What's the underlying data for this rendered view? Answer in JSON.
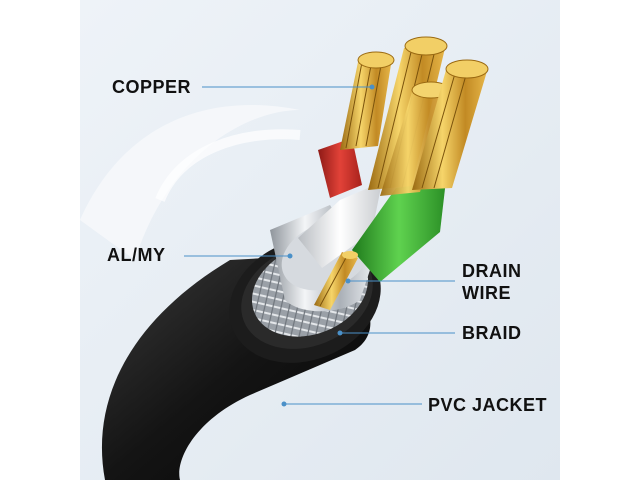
{
  "labels": {
    "copper": "COPPER",
    "al_my": "AL/MY",
    "drain_wire_line1": "DRAIN",
    "drain_wire_line2": "WIRE",
    "braid": "BRAID",
    "pvc_jacket": "PVC JACKET"
  },
  "colors": {
    "background": "#ffffff",
    "backdrop_blue": "#e6edf4",
    "jacket_black": "#1a1a1a",
    "copper_gold": "#d9a93a",
    "red_insulation": "#d4302b",
    "white_insulation": "#e8e8e8",
    "green_insulation": "#3fae3a",
    "foil_silver": "#c9cdd2",
    "leader_line": "#4a90c8",
    "text": "#111111"
  }
}
